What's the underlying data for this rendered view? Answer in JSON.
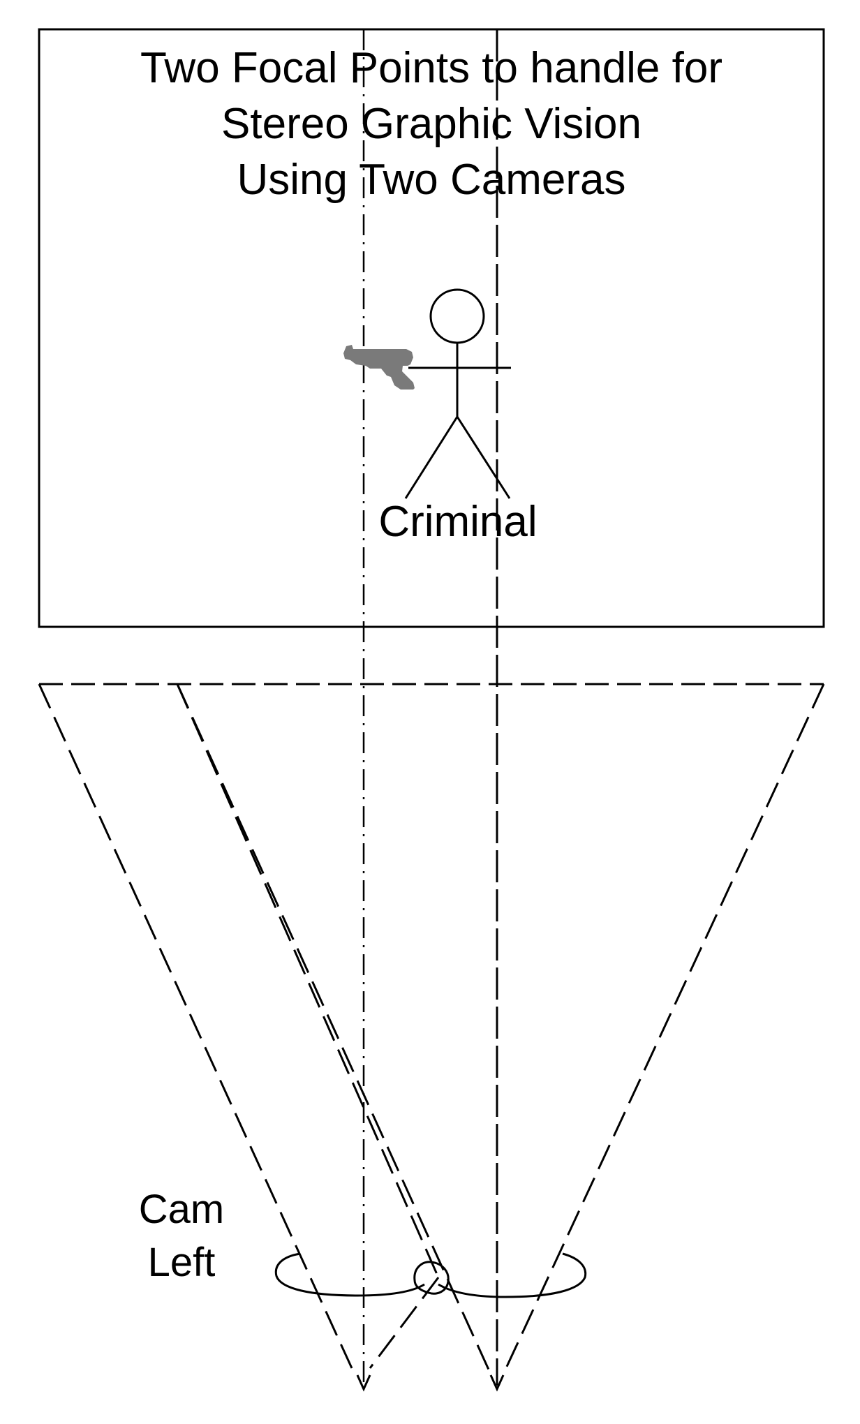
{
  "title": {
    "line1": "Two Focal Points to handle for",
    "line2": "Stereo Graphic Vision",
    "line3": "Using Two Cameras"
  },
  "figure": {
    "label": "Criminal"
  },
  "camera_left": {
    "line1": "Cam",
    "line2": "Left"
  },
  "colors": {
    "stroke": "#000000",
    "gun": "#7a7a7a",
    "background": "#ffffff"
  },
  "icons": [
    "pistol-icon",
    "stick-figure"
  ]
}
